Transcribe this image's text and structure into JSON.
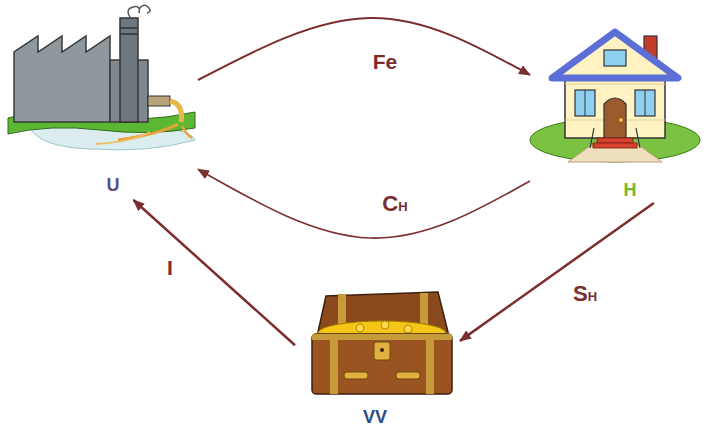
{
  "diagram": {
    "nodes": [
      {
        "text": [
          "U"
        ]
      },
      {
        "text": [
          "H"
        ]
      },
      {
        "text": [
          "VV"
        ]
      }
    ],
    "edges": [
      {
        "from": 0,
        "to": 1,
        "arrow": "to",
        "label": "Fe"
      },
      {
        "from": 1,
        "to": 0,
        "arrow": "to",
        "label": "CH"
      },
      {
        "from": 1,
        "to": 2,
        "arrow": "to",
        "label": "SH"
      },
      {
        "from": 2,
        "to": 0,
        "arrow": "to",
        "label": "I"
      }
    ]
  }
}
